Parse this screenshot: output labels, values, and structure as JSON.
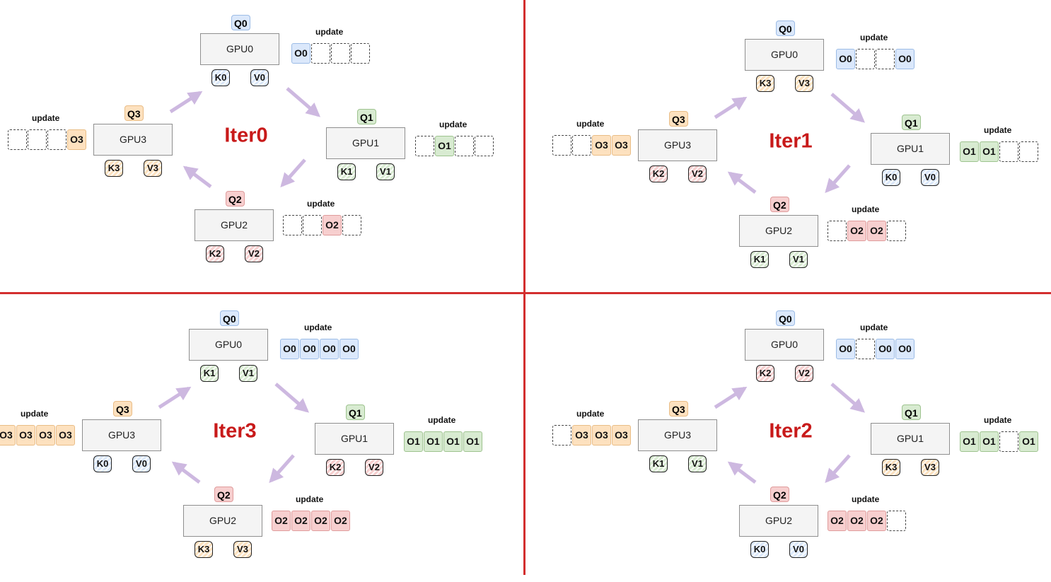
{
  "colors": {
    "divider": "#d32f2f",
    "iter_title": "#c81a1a",
    "arrow": "#cdb8e0",
    "gpu0": {
      "bg": "#dbe8fb",
      "border": "#9cbce6"
    },
    "gpu1": {
      "bg": "#d8ebd1",
      "border": "#9ec38f"
    },
    "gpu2": {
      "bg": "#f7cfcf",
      "border": "#df9c9c"
    },
    "gpu3": {
      "bg": "#fde1bf",
      "border": "#e9bd86"
    }
  },
  "update_label": "update",
  "panels": [
    {
      "title": "Iter0",
      "gpus": [
        {
          "name": "GPU0",
          "q": "Q0",
          "k": "K0",
          "v": "V0",
          "o": [
            "O0",
            "",
            "",
            ""
          ]
        },
        {
          "name": "GPU1",
          "q": "Q1",
          "k": "K1",
          "v": "V1",
          "o": [
            "",
            "O1",
            "",
            ""
          ]
        },
        {
          "name": "GPU2",
          "q": "Q2",
          "k": "K2",
          "v": "V2",
          "o": [
            "",
            "",
            "O2",
            ""
          ]
        },
        {
          "name": "GPU3",
          "q": "Q3",
          "k": "K3",
          "v": "V3",
          "o": [
            "",
            "",
            "",
            "O3"
          ]
        }
      ]
    },
    {
      "title": "Iter1",
      "gpus": [
        {
          "name": "GPU0",
          "q": "Q0",
          "k": "K3",
          "v": "V3",
          "o": [
            "O0",
            "",
            "",
            "O0"
          ]
        },
        {
          "name": "GPU1",
          "q": "Q1",
          "k": "K0",
          "v": "V0",
          "o": [
            "O1",
            "O1",
            "",
            ""
          ]
        },
        {
          "name": "GPU2",
          "q": "Q2",
          "k": "K1",
          "v": "V1",
          "o": [
            "",
            "O2",
            "O2",
            ""
          ]
        },
        {
          "name": "GPU3",
          "q": "Q3",
          "k": "K2",
          "v": "V2",
          "o": [
            "",
            "",
            "O3",
            "O3"
          ]
        }
      ]
    },
    {
      "title": "Iter3",
      "gpus": [
        {
          "name": "GPU0",
          "q": "Q0",
          "k": "K1",
          "v": "V1",
          "o": [
            "O0",
            "O0",
            "O0",
            "O0"
          ]
        },
        {
          "name": "GPU1",
          "q": "Q1",
          "k": "K2",
          "v": "V2",
          "o": [
            "O1",
            "O1",
            "O1",
            "O1"
          ]
        },
        {
          "name": "GPU2",
          "q": "Q2",
          "k": "K3",
          "v": "V3",
          "o": [
            "O2",
            "O2",
            "O2",
            "O2"
          ]
        },
        {
          "name": "GPU3",
          "q": "Q3",
          "k": "K0",
          "v": "V0",
          "o": [
            "O3",
            "O3",
            "O3",
            "O3"
          ]
        }
      ]
    },
    {
      "title": "Iter2",
      "gpus": [
        {
          "name": "GPU0",
          "q": "Q0",
          "k": "K2",
          "v": "V2",
          "o": [
            "O0",
            "",
            "O0",
            "O0"
          ]
        },
        {
          "name": "GPU1",
          "q": "Q1",
          "k": "K3",
          "v": "V3",
          "o": [
            "O1",
            "O1",
            "",
            "O1"
          ]
        },
        {
          "name": "GPU2",
          "q": "Q2",
          "k": "K0",
          "v": "V0",
          "o": [
            "O2",
            "O2",
            "O2",
            ""
          ]
        },
        {
          "name": "GPU3",
          "q": "Q3",
          "k": "K1",
          "v": "V1",
          "o": [
            "",
            "O3",
            "O3",
            "O3"
          ]
        }
      ]
    }
  ]
}
